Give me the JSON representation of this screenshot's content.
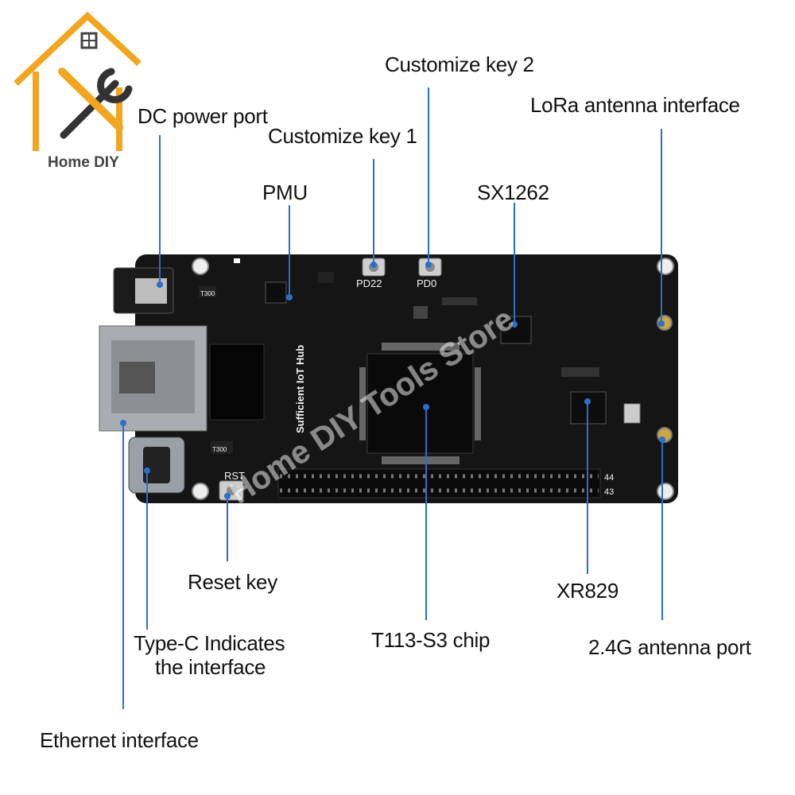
{
  "logo": {
    "brand": "Home DIY"
  },
  "watermark": {
    "text": "Home DIY Tools Store"
  },
  "board": {
    "silk_title": "Sufficient IoT Hub",
    "btn_pd22": "PD22",
    "btn_pd0": "PD0",
    "rst": "RST",
    "pin_top": "44",
    "pin_bottom": "43",
    "t300_a": "T300",
    "t300_b": "T300"
  },
  "labels": {
    "dc_power": "DC power port",
    "key1": "Customize key 1",
    "key2": "Customize key 2",
    "lora": "LoRa antenna interface",
    "pmu": "PMU",
    "sx1262": "SX1262",
    "reset": "Reset key",
    "typec_line1": "Type-C Indicates",
    "typec_line2": "the interface",
    "t113": "T113-S3 chip",
    "xr829": "XR829",
    "antenna24": "2.4G antenna port",
    "ethernet": "Ethernet interface"
  },
  "colors": {
    "leader": "#2a6fc9",
    "board": "#121212",
    "logo": "#f2a51e"
  }
}
